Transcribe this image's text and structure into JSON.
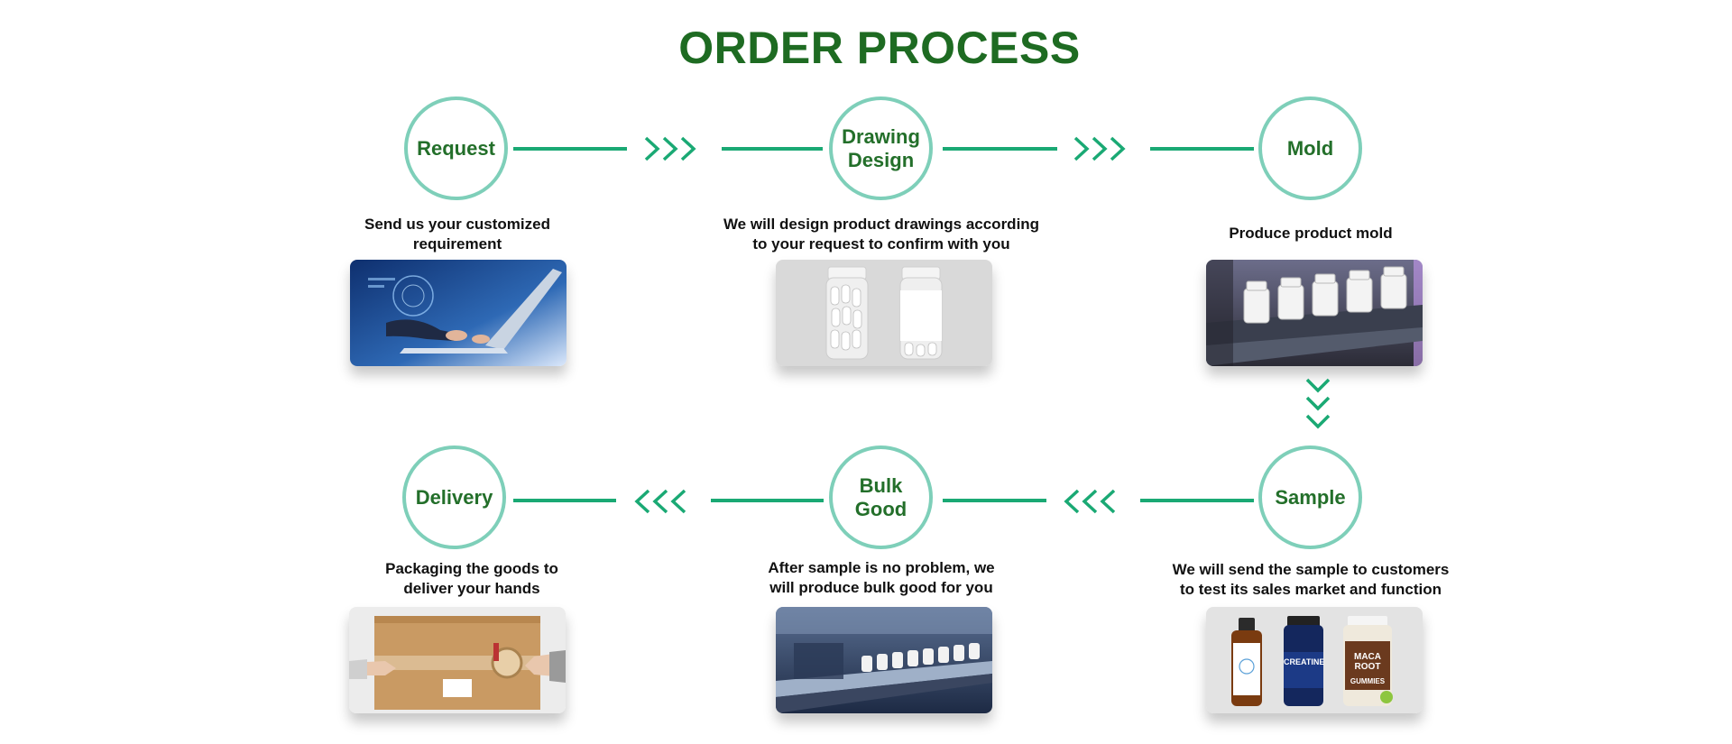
{
  "title": "ORDER PROCESS",
  "steps": [
    {
      "label": "Request",
      "description": "Send us your customized\nrequirement"
    },
    {
      "label": "Drawing\nDesign",
      "description": "We will design product drawings according\nto your request to confirm with you"
    },
    {
      "label": "Mold",
      "description": "Produce product mold"
    },
    {
      "label": "Sample",
      "description": "We will send the sample to customers\nto test its sales market and function"
    },
    {
      "label": "Bulk\nGood",
      "description": "After sample is no problem, we\nwill produce bulk good for you"
    },
    {
      "label": "Delivery",
      "description": "Packaging the goods to\ndeliver your hands"
    }
  ],
  "sample_products": [
    "CREATINE",
    "MACA\nROOT",
    "GUMMIES"
  ],
  "colors": {
    "title": "#1e6b22",
    "node_text": "#236f2a",
    "ring": "#7ecfb9",
    "connector": "#1aa974"
  }
}
